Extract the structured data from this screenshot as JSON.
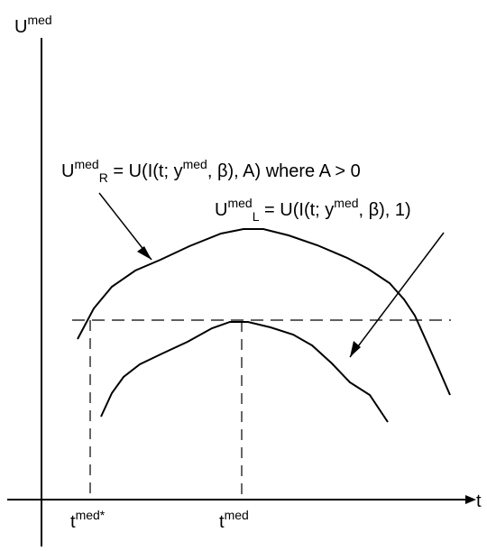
{
  "colors": {
    "ink": "#000000",
    "background": "#ffffff"
  },
  "labels": {
    "y_axis": {
      "main": "U",
      "sup": "med"
    },
    "x_axis": "t",
    "eq_right": {
      "u": "U",
      "sup": "med",
      "sub": "R",
      "rhs_pre": " = U(I(t; y",
      "rhs_sup": "med",
      "rhs_post": ", β), A) where A > 0"
    },
    "eq_left": {
      "u": "U",
      "sup": "med",
      "sub": "L",
      "rhs_pre": " = U(I(t; y",
      "rhs_sup": "med",
      "rhs_post": ", β), 1)"
    },
    "tick_tmed_star": {
      "main": "t",
      "sup": "med*"
    },
    "tick_tmed": {
      "main": "t",
      "sup": "med"
    }
  }
}
